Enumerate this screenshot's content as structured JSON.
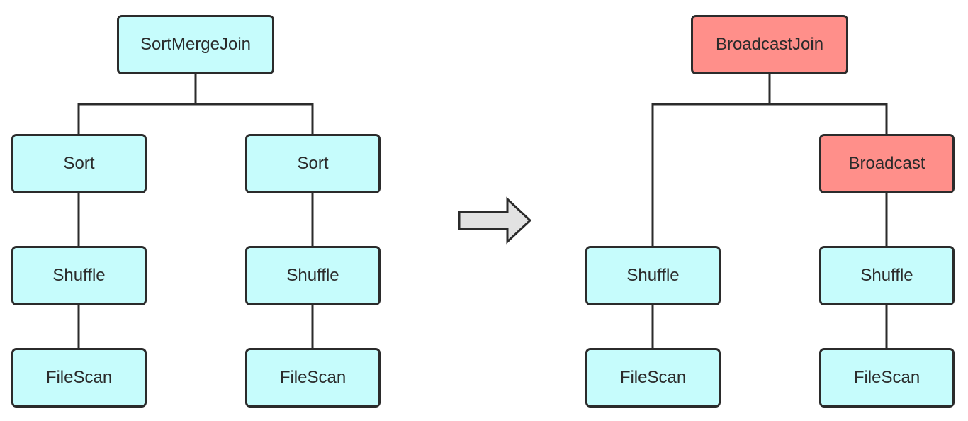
{
  "colors": {
    "node_fill": "#c6fcfc",
    "highlight_fill": "#ff8f8a",
    "stroke": "#2b2b2b",
    "arrow_fill": "#e2e2e2"
  },
  "left_plan": {
    "root": "SortMergeJoin",
    "left_branch": [
      "Sort",
      "Shuffle",
      "FileScan"
    ],
    "right_branch": [
      "Sort",
      "Shuffle",
      "FileScan"
    ]
  },
  "transform_arrow": {
    "icon": "arrow-right-icon"
  },
  "right_plan": {
    "root": "BroadcastJoin",
    "left_branch": [
      "Shuffle",
      "FileScan"
    ],
    "right_branch": [
      "Broadcast",
      "Shuffle",
      "FileScan"
    ]
  }
}
